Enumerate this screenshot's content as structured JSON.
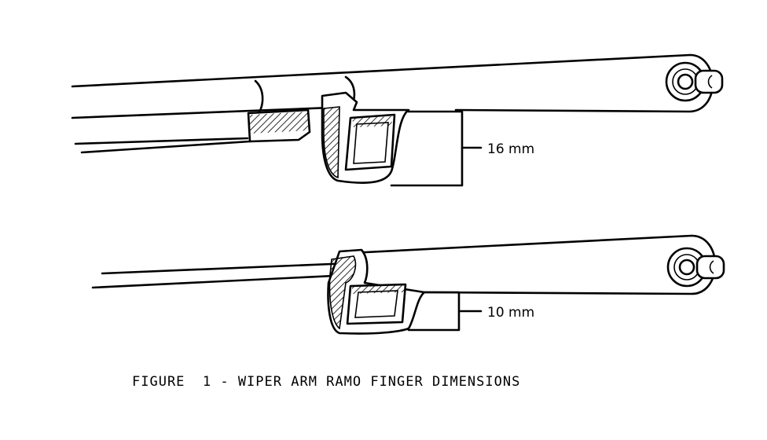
{
  "diagram": {
    "upper_dimension": "16 mm",
    "lower_dimension": "10 mm",
    "caption": "FIGURE  1 - WIPER ARM RAMO FINGER DIMENSIONS"
  },
  "colors": {
    "ink": "#000000",
    "background": "#ffffff"
  }
}
